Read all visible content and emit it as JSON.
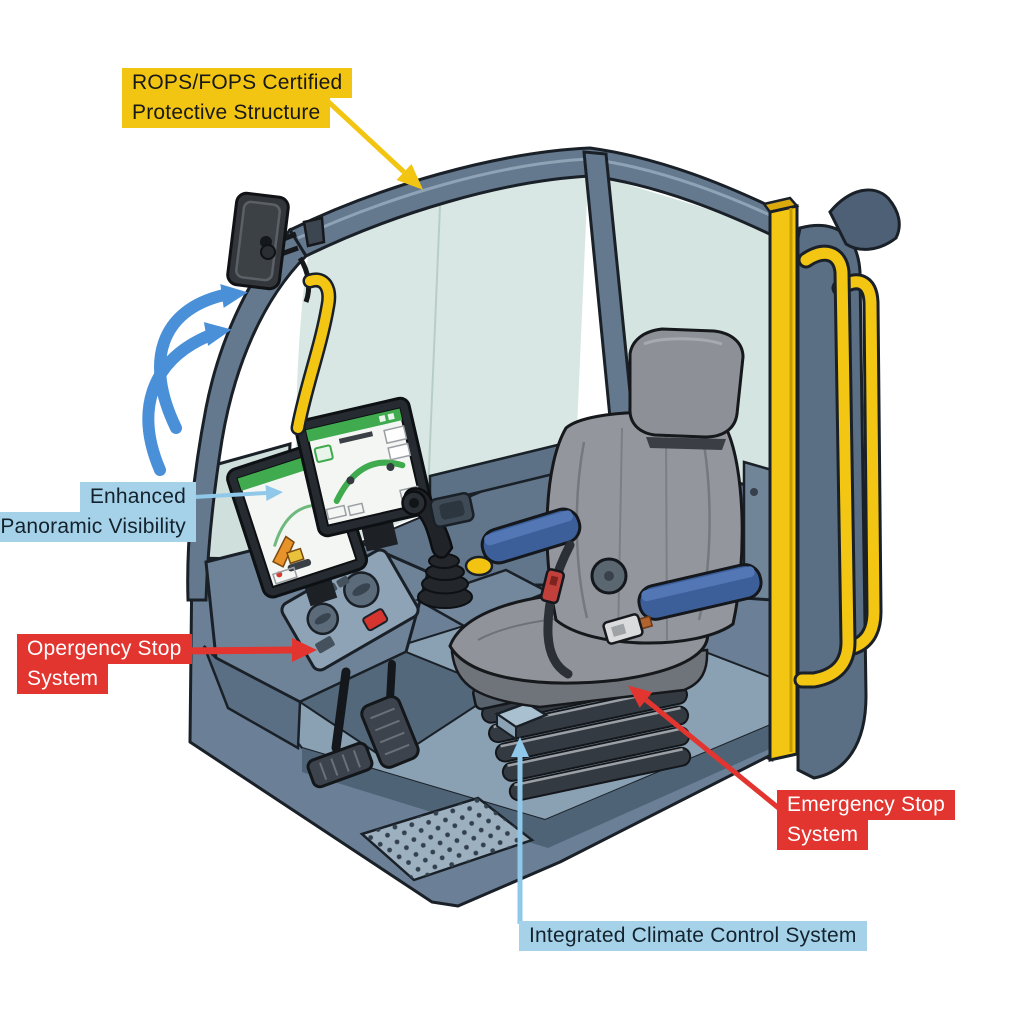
{
  "callouts": {
    "rops_fops": {
      "lines": [
        "ROPS/FOPS Certified",
        "Protective Structure"
      ],
      "style": "yellow"
    },
    "panoramic_visibility": {
      "lines": [
        "Enhanced",
        "Panoramic Visibility"
      ],
      "style": "blue"
    },
    "emergency_stop_left": {
      "lines": [
        "Opergency Stop",
        "System"
      ],
      "style": "red"
    },
    "emergency_stop_right": {
      "lines": [
        "Emergency Stop",
        "System"
      ],
      "style": "red"
    },
    "climate_control": {
      "lines": [
        "Integrated Climate Control System"
      ],
      "style": "blue"
    }
  },
  "colors": {
    "label_yellow": "#F2C513",
    "label_blue": "#A5D2E8",
    "label_red": "#E23530",
    "leader_lightblue": "#8FC8E8",
    "arrow_blue": "#4A90D9",
    "handrail_yellow": "#F3C613",
    "cab_frame": "#64788E",
    "cab_frame_dark": "#4E6076",
    "glass_tint": "#D8E7E3",
    "seat_gray": "#90949A",
    "armrest_blue": "#3C5F99",
    "screen_green": "#3FAA4E",
    "outline": "#1A2027",
    "background": "#FFFFFF"
  }
}
